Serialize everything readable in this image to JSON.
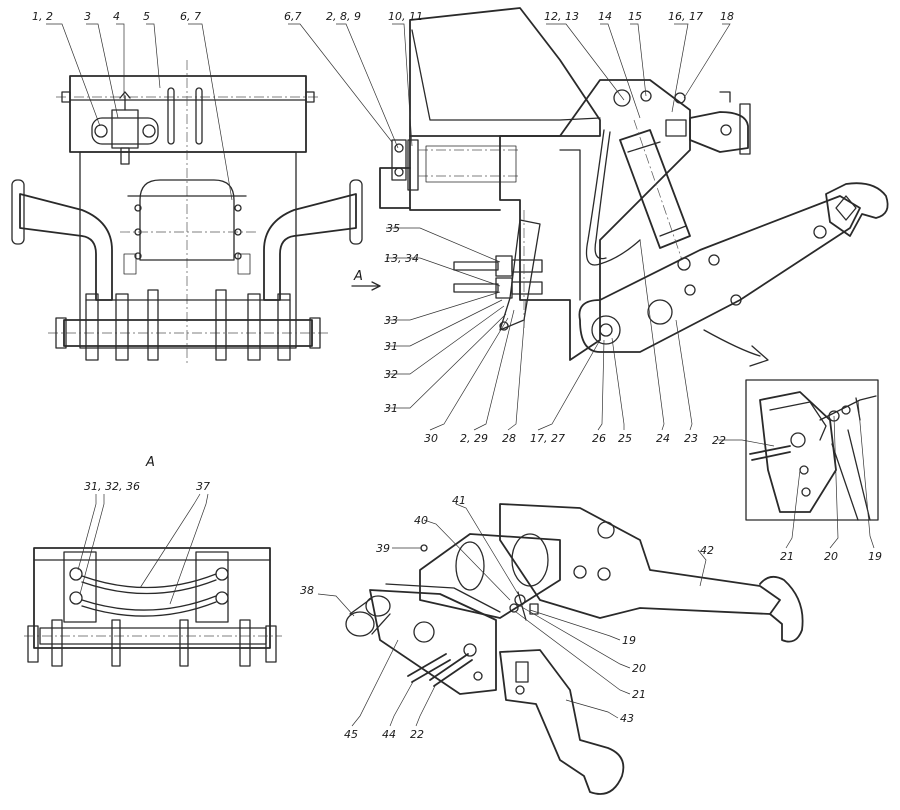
{
  "views": {
    "section_view": "А",
    "arrow_label": "А"
  },
  "callouts": [
    "1, 2",
    "3",
    "4",
    "5",
    "6, 7",
    "6,7",
    "2, 8, 9",
    "10, 11",
    "12, 13",
    "14",
    "15",
    "16, 17",
    "18",
    "35",
    "13, 34",
    "33",
    "31",
    "32",
    "31",
    "30",
    "2, 29",
    "28",
    "17, 27",
    "26",
    "25",
    "24",
    "23",
    "22",
    "21",
    "20",
    "19",
    "31, 32, 36",
    "37",
    "39",
    "40",
    "41",
    "38",
    "42",
    "19",
    "20",
    "21",
    "45",
    "44",
    "22",
    "43"
  ]
}
